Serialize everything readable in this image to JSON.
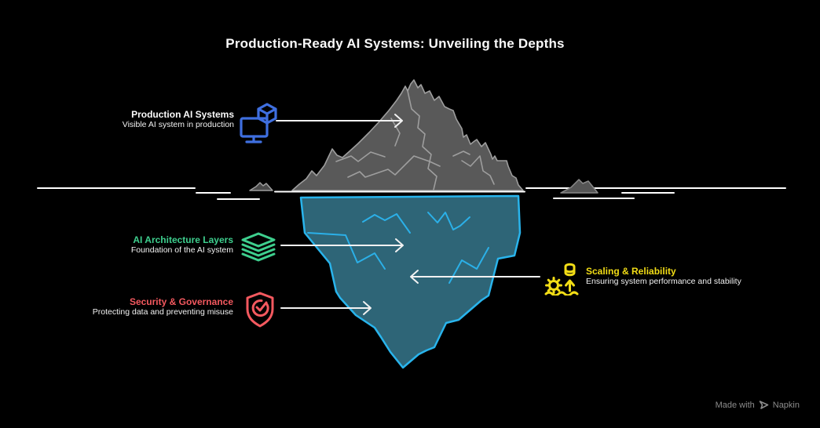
{
  "title": "Production-Ready AI Systems: Unveiling the Depths",
  "callouts": [
    {
      "id": "production",
      "title": "Production AI Systems",
      "subtitle": "Visible AI system in production",
      "accent_color": "#fafafa",
      "icon": "monitor-cube-icon",
      "arrow": "points right into iceberg tip above waterline"
    },
    {
      "id": "architecture",
      "title": "AI Architecture Layers",
      "subtitle": "Foundation of the AI system",
      "accent_color": "#3ecf8e",
      "icon": "layers-icon",
      "arrow": "points right into upper submerged iceberg"
    },
    {
      "id": "security",
      "title": "Security & Governance",
      "subtitle": "Protecting data and preventing misuse",
      "accent_color": "#f4595f",
      "icon": "shield-check-icon",
      "arrow": "points right into lower submerged iceberg"
    },
    {
      "id": "scaling",
      "title": "Scaling & Reliability",
      "subtitle": "Ensuring system performance and stability",
      "accent_color": "#f2dd16",
      "icon": "gear-scale-icon",
      "arrow": "points left into middle submerged iceberg"
    }
  ],
  "footer": {
    "made_with": "Made with",
    "brand": "Napkin",
    "icon": "napkin-logo-icon"
  },
  "colors": {
    "background": "#000000",
    "title_text": "#fafafa",
    "iceberg_above_fill": "#595959",
    "iceberg_above_outline": "#9e9e9e",
    "iceberg_below_fill": "#2e6577",
    "iceberg_below_outline": "#29b4ec",
    "iceberg_crack_lines": "#2bb0e8",
    "waterline": "#ffffff",
    "arrow": "#f2f2f2",
    "footer_text": "#8c8c8c"
  }
}
